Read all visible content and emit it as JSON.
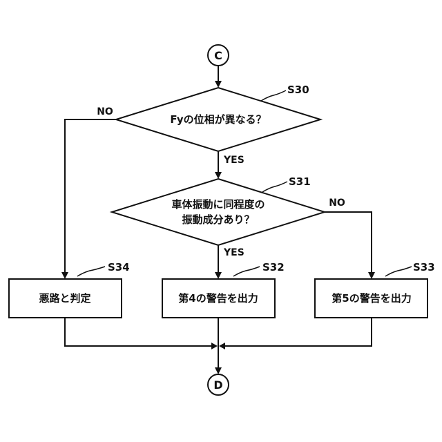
{
  "connectors": {
    "start": "C",
    "end": "D"
  },
  "steps": {
    "s30": {
      "id": "S30",
      "text": "Fyの位相が異なる？"
    },
    "s31": {
      "id": "S31",
      "line1": "車体振動に同程度の",
      "line2": "振動成分あり？"
    },
    "s32": {
      "id": "S32",
      "text": "第4の警告を出力"
    },
    "s33": {
      "id": "S33",
      "text": "第5の警告を出力"
    },
    "s34": {
      "id": "S34",
      "text": "悪路と判定"
    }
  },
  "branches": {
    "s30_yes": "YES",
    "s30_no": "NO",
    "s31_yes": "YES",
    "s31_no": "NO"
  }
}
